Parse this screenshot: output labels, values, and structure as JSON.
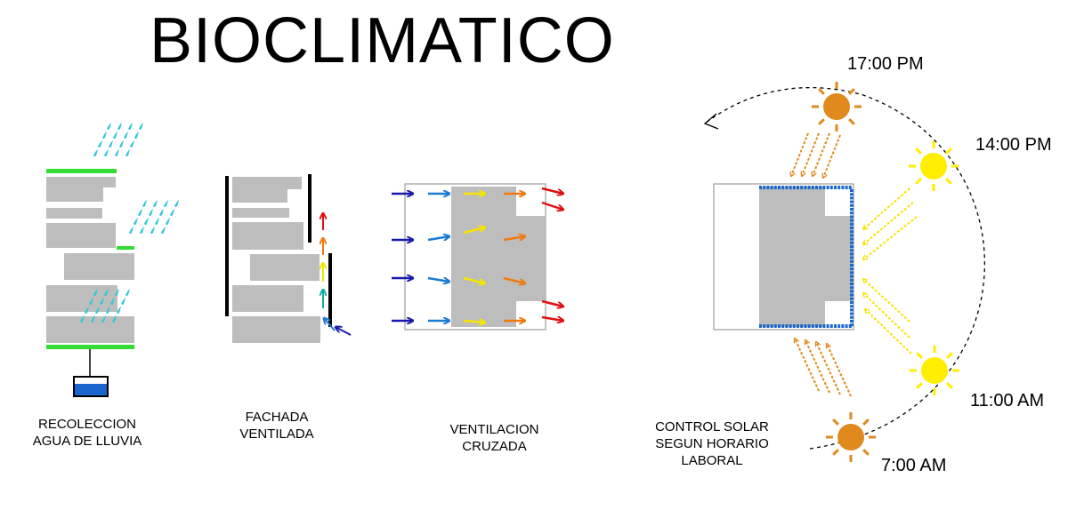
{
  "title": "BIOCLIMATICO",
  "captions": {
    "rain": [
      "RECOLECCION",
      "AGUA DE LLUVIA"
    ],
    "facade": [
      "FACHADA",
      "VENTILADA"
    ],
    "ventilation": [
      "VENTILACION",
      "CRUZADA"
    ],
    "solar": [
      "CONTROL SOLAR",
      "SEGUN HORARIO",
      "LABORAL"
    ]
  },
  "times": {
    "t1700": "17:00 PM",
    "t1400": "14:00 PM",
    "t1100": "11:00 AM",
    "t0700": "7:00 AM"
  },
  "colors": {
    "block": "#bdbdbd",
    "roof": "#33dd33",
    "rain": "#33c8d8",
    "water": "#1a66cc",
    "sun_orange": "#e08a1e",
    "sun_yellow": "#ffee00",
    "arrow_darkblue": "#1a1aaa",
    "arrow_blue": "#1a7ad4",
    "arrow_yellow": "#f5e400",
    "arrow_orange": "#f07a10",
    "arrow_red": "#e01010",
    "arrow_teal": "#11aaaa"
  }
}
